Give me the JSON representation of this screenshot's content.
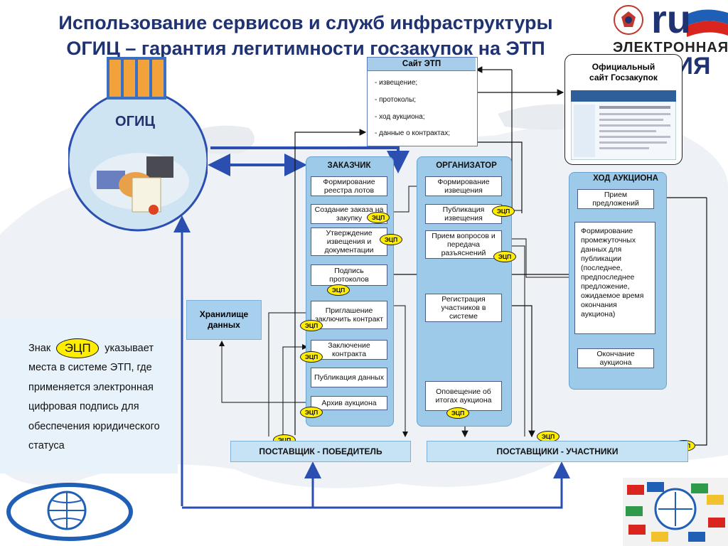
{
  "title": {
    "line1": "Использование сервисов и служб инфраструктуры",
    "line2": "ОГИЦ – гарантия легитимности госзакупок на ЭТП"
  },
  "ogic": {
    "label": "ОГИЦ"
  },
  "etp_site": {
    "title": "Сайт ЭТП",
    "items": [
      "-  извещение;",
      "-  протоколы;",
      "-  ход аукциона;",
      "-   данные о контрактах;"
    ]
  },
  "official_site": {
    "title_line1": "Официальный",
    "title_line2": "сайт Госзакупок"
  },
  "customer": {
    "title": "ЗАКАЗЧИК",
    "steps": [
      "Формирование реестра лотов",
      "Создание  заказа на закупку",
      "Утверждение извещения и документации",
      "Подпись протоколов",
      "Приглашение заключить контракт",
      "Заключение контракта",
      "Публикация данных",
      "Архив  аукциона"
    ]
  },
  "organizer": {
    "title": "ОРГАНИЗАТОР",
    "steps": [
      "Формирование извещения",
      "Публикация извещения",
      "Прием  вопросов и передача разъяснений",
      "Регистрация участников в системе",
      "Оповещение об итогах аукциона"
    ]
  },
  "auction": {
    "title": "ХОД АУКЦИОНА",
    "steps": [
      "Прием предложений",
      "Формирование промежуточных данных для публикации (последнее, предпоследнее предложение, ожидаемое время окончания аукциона)",
      "Окончание аукциона"
    ]
  },
  "ecp_label": "ЭЦП",
  "storage": {
    "line1": "Хранилище",
    "line2": "данных"
  },
  "note": {
    "prefix": "Знак",
    "badge": "ЭЦП",
    "suffix": "указывает",
    "rest": "места в системе ЭТП, где применяется электронная цифровая подпись для обеспечения юридического статуса"
  },
  "winner_bar": "ПОСТАВЩИК  - ПОБЕДИТЕЛЬ",
  "participants_bar": "ПОСТАВЩИКИ  - УЧАСТНИКИ",
  "logo_ru": {
    "text": "ru",
    "caption_line1": "ЭЛЕКТРОННАЯ",
    "caption_line2": "СИЯ"
  },
  "colors": {
    "title": "#1f3272",
    "column": "#9ccae8",
    "ecp": "#ffee00",
    "arrow_blue": "#2b4fb0"
  }
}
